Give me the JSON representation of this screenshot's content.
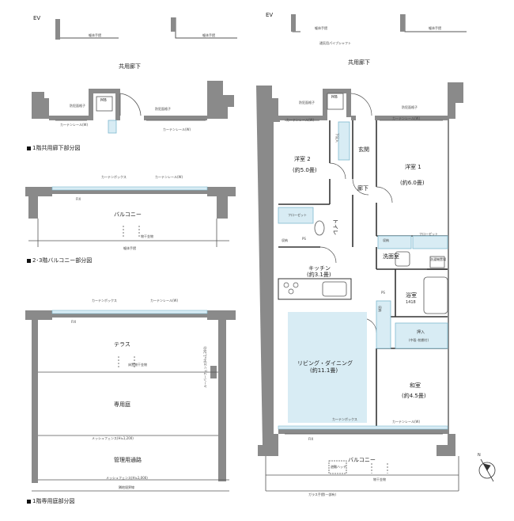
{
  "corridor_detail": {
    "ev_left": "EV",
    "ev_right": "EV",
    "handrail_tag": "躯体手摺",
    "corridor_label_left": "共用廊下",
    "corridor_label_right": "共用廊下",
    "mb_left": "MB",
    "mb_right": "MB",
    "grille_tag": "防犯面格子",
    "curtain_rail_tag": "カーテンレール(W)",
    "pipe_note": "通気用パイプシャフト",
    "caption": "1階共用廊下部分図"
  },
  "balcony_detail": {
    "curtain_box": "カーテンボックス",
    "curtain_rail": "カーテンレール(W)",
    "fix": "FIX",
    "balcony": "バルコニー",
    "dryer": "物干金物",
    "handrail": "躯体手摺",
    "caption": "2･3階バルコニー部分図"
  },
  "garden_detail": {
    "curtain_box": "カーテンボックス",
    "curtain_rail": "カーテンレール(W)",
    "fix": "FIX",
    "terrace": "テラス",
    "dryer": "床置物干金物",
    "private_garden": "専用庭",
    "fence_note": "ルーバーフェンス(H≒1,200)",
    "mesh_fence_1": "メッシュフェンス(H≒1,200)",
    "management_path": "管理用通路",
    "mesh_fence_2": "メッシュフェンス(H≒1,000)",
    "boundary": "隣地境界線",
    "caption": "1階専用庭部分図"
  },
  "floor_plan": {
    "entrance": "玄関",
    "western_room_2": "洋室 2",
    "western_room_2_size": "(約5.0畳)",
    "western_room_1": "洋室 1",
    "western_room_1_size": "(約6.0畳)",
    "hallway": "廊下",
    "toilet": "トイレ",
    "kitchen": "キッチン",
    "kitchen_size": "(約3.1畳)",
    "washroom": "洗面室",
    "bath": "浴室",
    "bath_size": "1418",
    "living_dining": "リビング・ダイニング",
    "living_dining_size": "(約11.1畳)",
    "japanese_room": "和室",
    "japanese_room_size": "(約4.5畳)",
    "oshiire": "押入",
    "oshiire_note": "(中段･枕棚付)",
    "storage": "収納",
    "closet": "フローゼット",
    "shoe_cabinet": "下足入",
    "mb": "MB",
    "grille": "防犯面格子",
    "curtain_box": "カーテンボックス",
    "curtain_rail": "カーテンレール(W)",
    "fix": "FIX",
    "balcony": "バルコニー",
    "dryer": "物干金物",
    "glass_rail": "ガラス手摺(一部有)",
    "hatch": "避難ハッチ",
    "wm": "洗濯機置場",
    "ps": "PS",
    "compass": "N"
  },
  "colors": {
    "wall": "#8a8a8a",
    "wall_dark": "#6e6e6e",
    "blue_fill": "#d8ecf4",
    "blue_line": "#7fb9cf",
    "line": "#333333"
  }
}
